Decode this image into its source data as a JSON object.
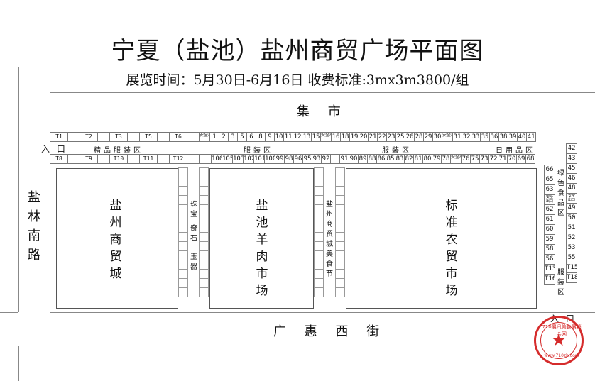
{
  "title": "宁夏（盐池）盐州商贸广场平面图",
  "subtitle": "展览时间：5月30日-6月16日 收费标准:3mx3m3800/组",
  "streets": {
    "north": "集 市",
    "south": "广 惠 西 街",
    "west": "盐林南路"
  },
  "entrances": {
    "left": "入 口",
    "right": "入 口"
  },
  "top_row": [
    "T1",
    "",
    "T2",
    "",
    "T3",
    "",
    "T5",
    "",
    "T6",
    "",
    "安全出口",
    "1",
    "2",
    "3",
    "5",
    "6",
    "8",
    "9",
    "10",
    "11",
    "12",
    "13",
    "15",
    "安全出口",
    "16",
    "18",
    "19",
    "20",
    "21",
    "22",
    "23",
    "25",
    "26",
    "28",
    "29",
    "30",
    "安全出口",
    "31",
    "32",
    "33",
    "35",
    "36",
    "38",
    "39",
    "40",
    "41"
  ],
  "zones_top": {
    "a": "精品服装区",
    "b": "服装区",
    "c": "服装区",
    "d": "日用品区"
  },
  "second_row": [
    "T8",
    "",
    "T9",
    "",
    "T10",
    "",
    "T11",
    "",
    "T12",
    "",
    "",
    "106",
    "105",
    "103",
    "102",
    "101",
    "100",
    "99",
    "98",
    "96",
    "95",
    "93",
    "92",
    "",
    "91",
    "90",
    "89",
    "88",
    "86",
    "85",
    "83",
    "82",
    "81",
    "80",
    "79",
    "78",
    "安全出口",
    "76",
    "75",
    "73",
    "72",
    "71",
    "70",
    "69",
    "68"
  ],
  "right_col_inner": [
    "66",
    "65",
    "63",
    "安全出口",
    "62",
    "61",
    "60",
    "59",
    "58",
    "56",
    "T13",
    "T16"
  ],
  "right_col_outer": [
    "42",
    "43",
    "45",
    "46",
    "48",
    "安全出口",
    "49",
    "50",
    "51",
    "52",
    "53",
    "55",
    "T15",
    "T18"
  ],
  "right_zone_green": "绿色食品区",
  "right_zone_clothing": "服装区",
  "blocks": {
    "a": "盐州商贸城",
    "b": "盐池羊肉市场",
    "c": "标准农贸市场"
  },
  "corridor_1": {
    "top": "珠宝",
    "middle": "奇石",
    "bottom": "玉器"
  },
  "corridor_2": "盐州商贸城美食节",
  "stamp": {
    "ring": "710展讯美食展销会网",
    "url": "www.710zh.com",
    "star": "★"
  }
}
